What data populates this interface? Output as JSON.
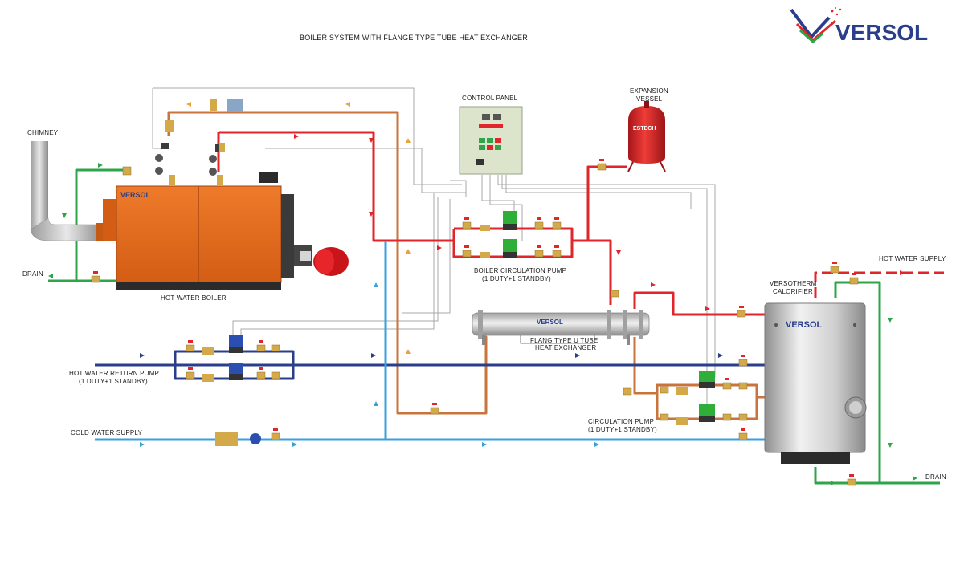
{
  "title": "BOILER SYSTEM WITH FLANGE TYPE TUBE HEAT EXCHANGER",
  "logo": {
    "text": "VERSOL"
  },
  "labels": {
    "chimney": "CHIMNEY",
    "drain_left": "DRAIN",
    "hot_water_boiler": "HOT WATER BOILER",
    "control_panel": "CONTROL PANEL",
    "expansion_vessel_1": "EXPANSION",
    "expansion_vessel_2": "VESSEL",
    "expansion_brand": "ESTECH",
    "boiler_pump_1": "BOILER CIRCULATION PUMP",
    "boiler_pump_2": "(1 DUTY+1 STANDBY)",
    "heat_exchanger_1": "FLANG TYPE U TUBE",
    "heat_exchanger_2": "HEAT EXCHANGER",
    "hw_return_pump_1": "HOT WATER RETURN PUMP",
    "hw_return_pump_2": "(1 DUTY+1 STANDBY)",
    "cold_water_supply": "COLD WATER SUPPLY",
    "circ_pump_1": "CIRCULATION PUMP",
    "circ_pump_2": "(1 DUTY+1 STANDBY)",
    "calorifier_1": "VERSOTHERM",
    "calorifier_2": "CALORIFIER",
    "hot_water_supply": "HOT WATER SUPPLY",
    "drain_right": "DRAIN",
    "boiler_brand": "VERSOL",
    "calorifier_brand": "VERSOL",
    "hx_brand": "VERSOL"
  },
  "colors": {
    "hot": "#e0262b",
    "orange": "#c8743c",
    "blue_dark": "#2a3e8c",
    "blue_light": "#3aa0dc",
    "green": "#2da548",
    "boiler": "#e06a1e",
    "signal": "#9a9a9a"
  }
}
